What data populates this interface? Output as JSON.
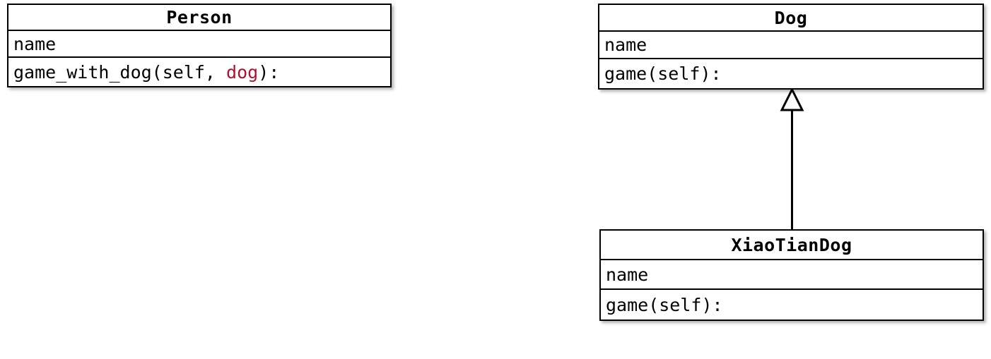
{
  "diagram": {
    "type": "uml-class-diagram",
    "background_color": "#ffffff",
    "line_color": "#000000",
    "highlight_color": "#B01030",
    "classes": [
      {
        "id": "person",
        "name": "Person",
        "attributes": [
          "name"
        ],
        "methods": [
          "game_with_dog(self, dog):"
        ],
        "method_parts": {
          "prefix": "game_with_dog(self, ",
          "highlight": "dog",
          "suffix": "):"
        }
      },
      {
        "id": "dog",
        "name": "Dog",
        "attributes": [
          "name"
        ],
        "methods": [
          "game(self):"
        ]
      },
      {
        "id": "xiaotiandog",
        "name": "XiaoTianDog",
        "attributes": [
          "name"
        ],
        "methods": [
          "game(self):"
        ]
      }
    ],
    "relationships": [
      {
        "id": "inheritance-xiaotiandog-dog",
        "kind": "generalization",
        "label": "",
        "from": "XiaoTianDog",
        "to": "Dog",
        "arrowhead": "hollow-triangle"
      }
    ]
  }
}
